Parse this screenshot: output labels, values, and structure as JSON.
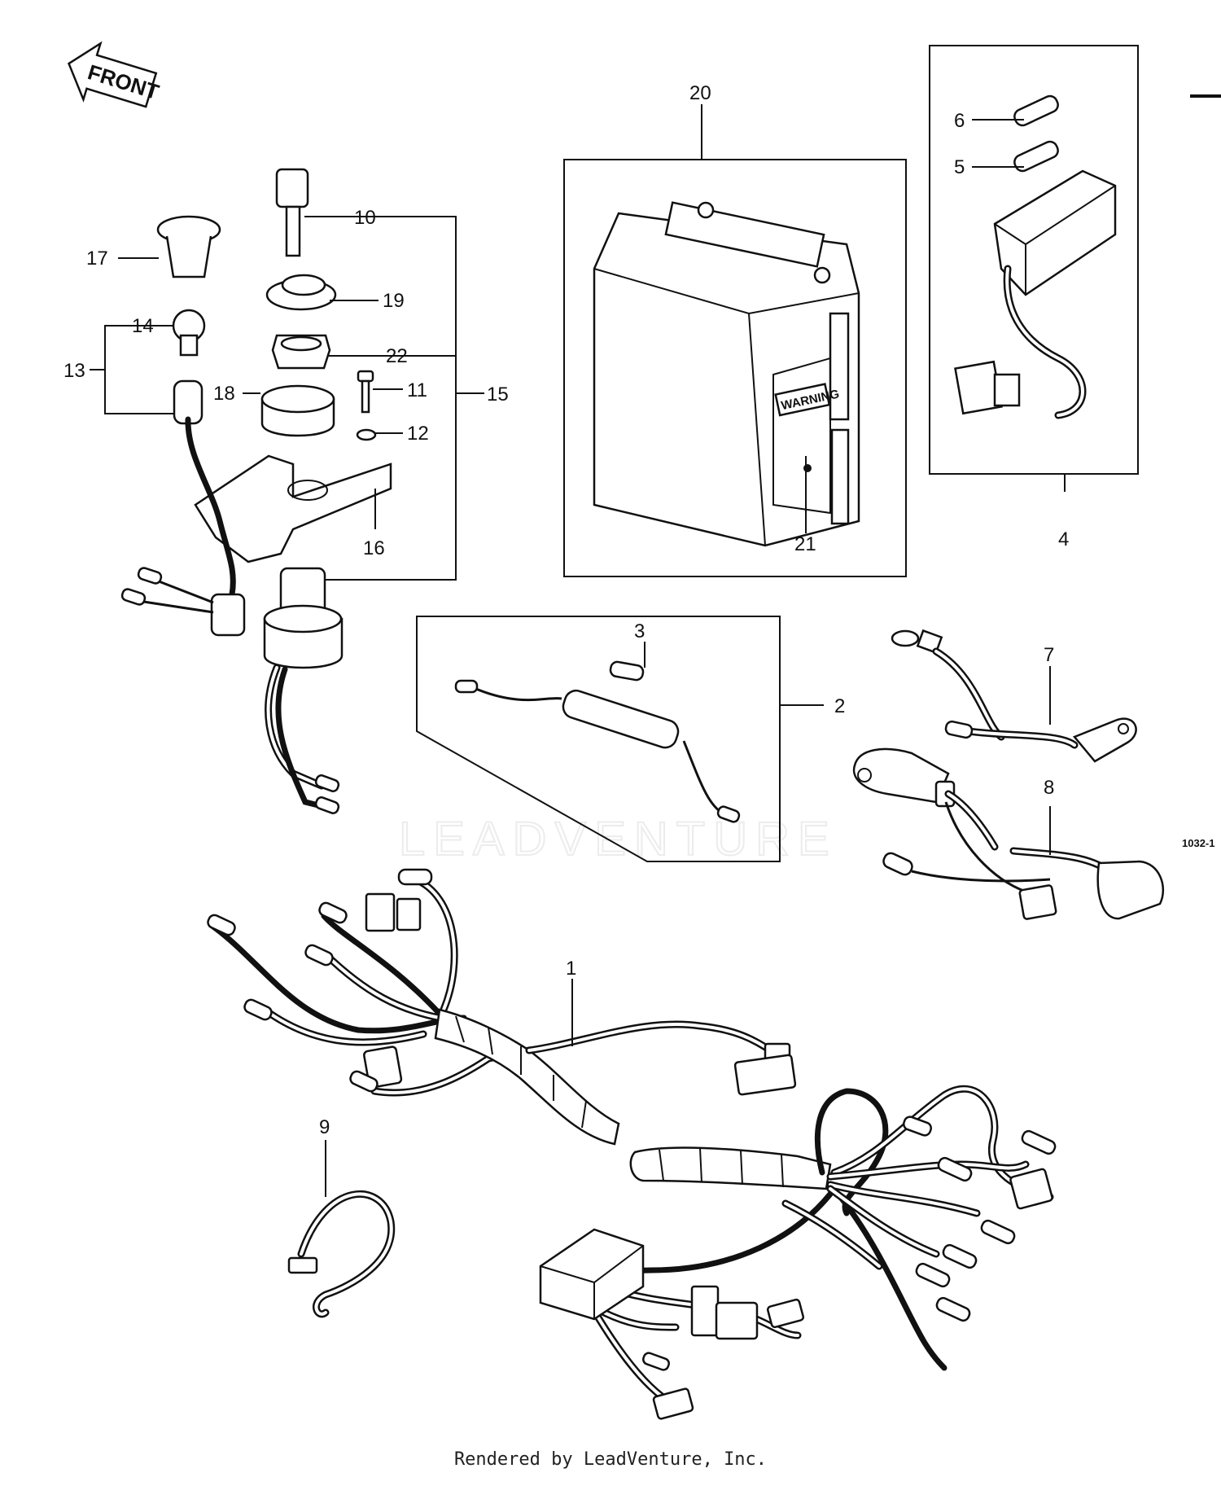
{
  "front_arrow": {
    "label": "FRONT"
  },
  "battery_label": "WARNING",
  "drawing_id": "1032-1",
  "watermark": "LEADVENTURE",
  "footer": "Rendered by LeadVenture, Inc.",
  "callouts": [
    "1",
    "2",
    "3",
    "4",
    "5",
    "6",
    "7",
    "8",
    "9",
    "10",
    "11",
    "12",
    "13",
    "14",
    "15",
    "16",
    "17",
    "18",
    "19",
    "20",
    "21",
    "22"
  ]
}
